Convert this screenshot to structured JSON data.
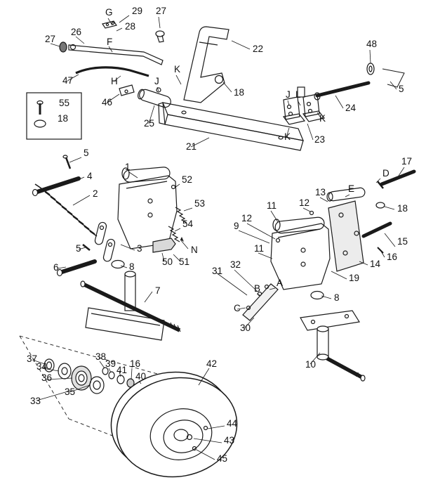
{
  "diagram": {
    "kind": "exploded-parts-diagram",
    "background_color": "#ffffff",
    "line_color": "#1a1a1a"
  },
  "callouts": [
    {
      "label": "G"
    },
    {
      "label": "29"
    },
    {
      "label": "27"
    },
    {
      "label": "28"
    },
    {
      "label": "26"
    },
    {
      "label": "27"
    },
    {
      "label": "F"
    },
    {
      "label": "22"
    },
    {
      "label": "48"
    },
    {
      "label": "5"
    },
    {
      "label": "47"
    },
    {
      "label": "H"
    },
    {
      "label": "K"
    },
    {
      "label": "J"
    },
    {
      "label": "46"
    },
    {
      "label": "18"
    },
    {
      "label": "J"
    },
    {
      "label": "L"
    },
    {
      "label": "24"
    },
    {
      "label": "K"
    },
    {
      "label": "25"
    },
    {
      "label": "23"
    },
    {
      "label": "K"
    },
    {
      "label": "21"
    },
    {
      "label": "55"
    },
    {
      "label": "18"
    },
    {
      "label": "5"
    },
    {
      "label": "17"
    },
    {
      "label": "4"
    },
    {
      "label": "1"
    },
    {
      "label": "52"
    },
    {
      "label": "2"
    },
    {
      "label": "D"
    },
    {
      "label": "E"
    },
    {
      "label": "13"
    },
    {
      "label": "12"
    },
    {
      "label": "18"
    },
    {
      "label": "53"
    },
    {
      "label": "11"
    },
    {
      "label": "9"
    },
    {
      "label": "12"
    },
    {
      "label": "54"
    },
    {
      "label": "15"
    },
    {
      "label": "16"
    },
    {
      "label": "14"
    },
    {
      "label": "11"
    },
    {
      "label": "3"
    },
    {
      "label": "5"
    },
    {
      "label": "N"
    },
    {
      "label": "50"
    },
    {
      "label": "51"
    },
    {
      "label": "8"
    },
    {
      "label": "19"
    },
    {
      "label": "6"
    },
    {
      "label": "32"
    },
    {
      "label": "31"
    },
    {
      "label": "A"
    },
    {
      "label": "B"
    },
    {
      "label": "8"
    },
    {
      "label": "7"
    },
    {
      "label": "C"
    },
    {
      "label": "30"
    },
    {
      "label": "10"
    },
    {
      "label": "37"
    },
    {
      "label": "38"
    },
    {
      "label": "34"
    },
    {
      "label": "39"
    },
    {
      "label": "16"
    },
    {
      "label": "41"
    },
    {
      "label": "36"
    },
    {
      "label": "40"
    },
    {
      "label": "35"
    },
    {
      "label": "33"
    },
    {
      "label": "42"
    },
    {
      "label": "44"
    },
    {
      "label": "43"
    },
    {
      "label": "45"
    }
  ]
}
